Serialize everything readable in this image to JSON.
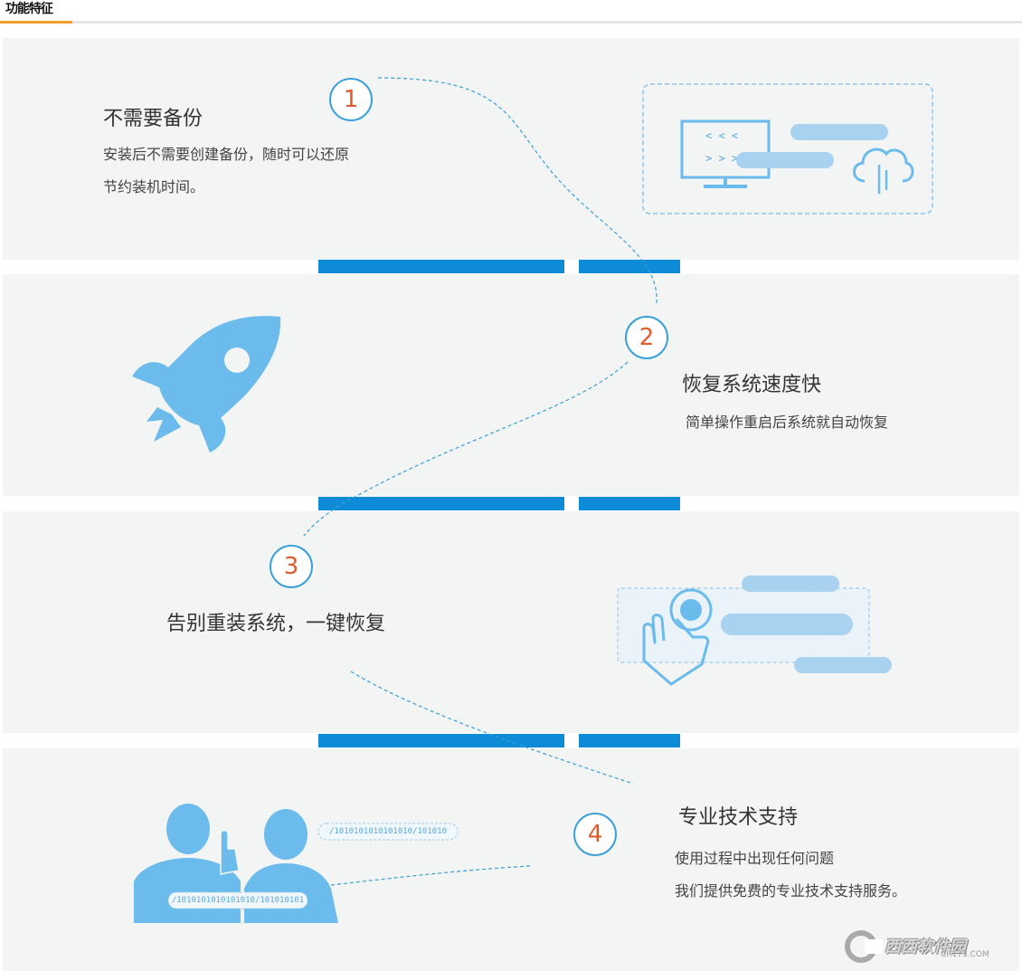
{
  "header": {
    "title": "功能特征",
    "accent_color": "#f0a030"
  },
  "colors": {
    "divider": "#0e8bd6",
    "panel": "#f3f4f4",
    "icon": "#6bbcec",
    "number": "#e05a2a",
    "circle_border": "#3aa0d8"
  },
  "features": [
    {
      "number": "1",
      "title": "不需要备份",
      "desc_lines": [
        "安装后不需要创建备份，随时可以还原",
        "节约装机时间。"
      ],
      "icon": "monitor-cloud-icon",
      "screen_text": [
        "< < <",
        "> > >"
      ]
    },
    {
      "number": "2",
      "title": "恢复系统速度快",
      "desc_lines": [
        "简单操作重启后系统就自动恢复"
      ],
      "icon": "rocket-icon"
    },
    {
      "number": "3",
      "title": "告别重装系统，一键恢复",
      "desc_lines": [],
      "icon": "touch-hand-icon"
    },
    {
      "number": "4",
      "title": "专业技术支持",
      "desc_lines": [
        "使用过程中出现任何问题",
        "我们提供免费的专业技术支持服务。"
      ],
      "icon": "support-people-icon",
      "code_strings": [
        "/1010101010101010/101010",
        "/1010101010101010/101010101"
      ]
    }
  ],
  "watermark": {
    "text": "西西软件园",
    "sub": "CR173.COM"
  }
}
